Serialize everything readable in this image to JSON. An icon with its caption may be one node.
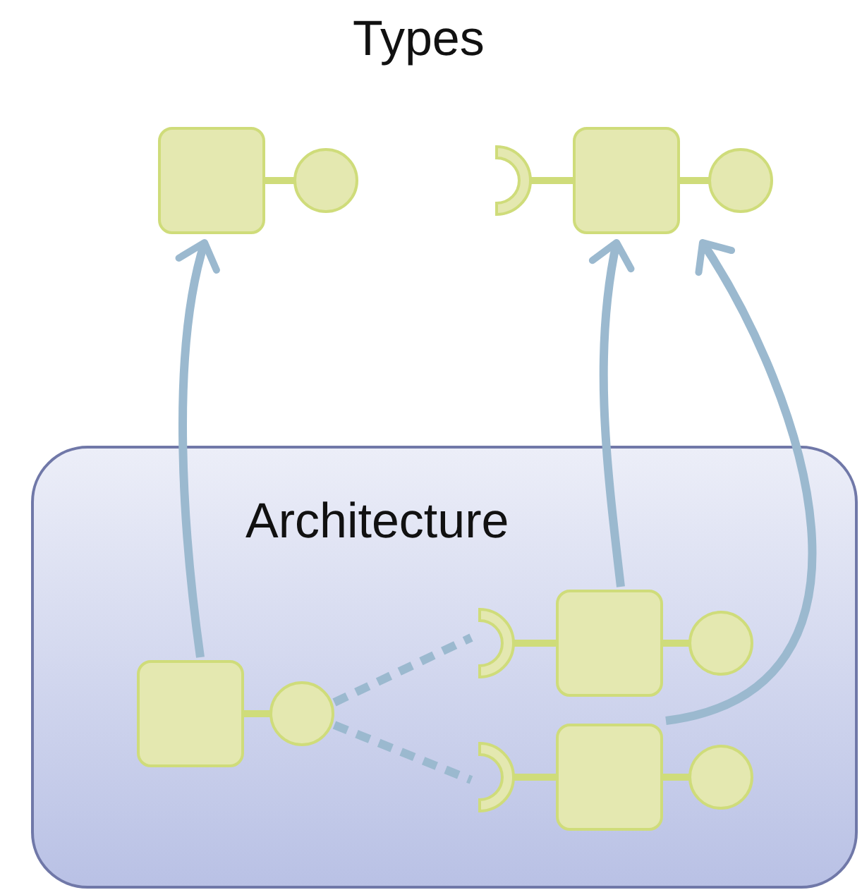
{
  "diagram": {
    "title": "Types",
    "nodes": [
      {
        "text": [
          "Architecture"
        ]
      },
      {
        "text": [],
        "shape": "box"
      },
      {
        "text": [],
        "shape": "box"
      },
      {
        "text": [],
        "shape": "box",
        "in": 0
      },
      {
        "text": [],
        "shape": "box",
        "in": 0
      },
      {
        "text": [],
        "shape": "box",
        "in": 0
      }
    ],
    "edges": [
      {
        "from": 3,
        "to": 1,
        "arrow": "to"
      },
      {
        "from": 4,
        "to": 2,
        "arrow": "to"
      },
      {
        "from": 5,
        "to": 2,
        "arrow": "to"
      },
      {
        "from": 3,
        "to": 4,
        "arrow": "none",
        "style": "dashed"
      },
      {
        "from": 3,
        "to": 5,
        "arrow": "none",
        "style": "dashed"
      }
    ]
  }
}
